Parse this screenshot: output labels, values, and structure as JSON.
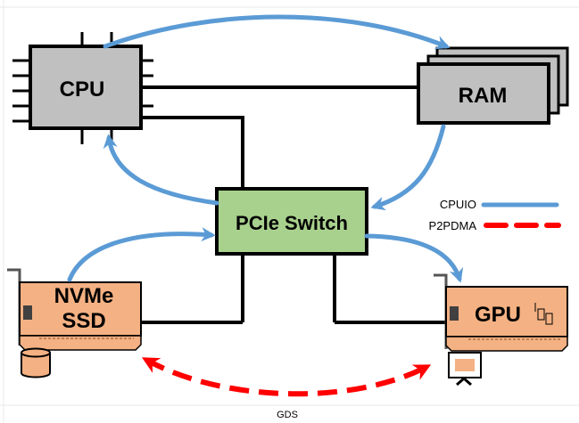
{
  "nodes": {
    "cpu": "CPU",
    "ram": "RAM",
    "switch": "PCIe Switch",
    "nvme_line1": "NVMe",
    "nvme_line2": "SSD",
    "gpu": "GPU"
  },
  "legend": {
    "cpuio": "CPUIO",
    "p2pdma": "P2PDMA"
  },
  "caption": "GDS",
  "colors": {
    "cpuio": "#5b9bd5",
    "p2pdma": "#ff0000",
    "chip": "#c0c0c0",
    "switch": "#a9d18e",
    "card": "#f4b183"
  }
}
